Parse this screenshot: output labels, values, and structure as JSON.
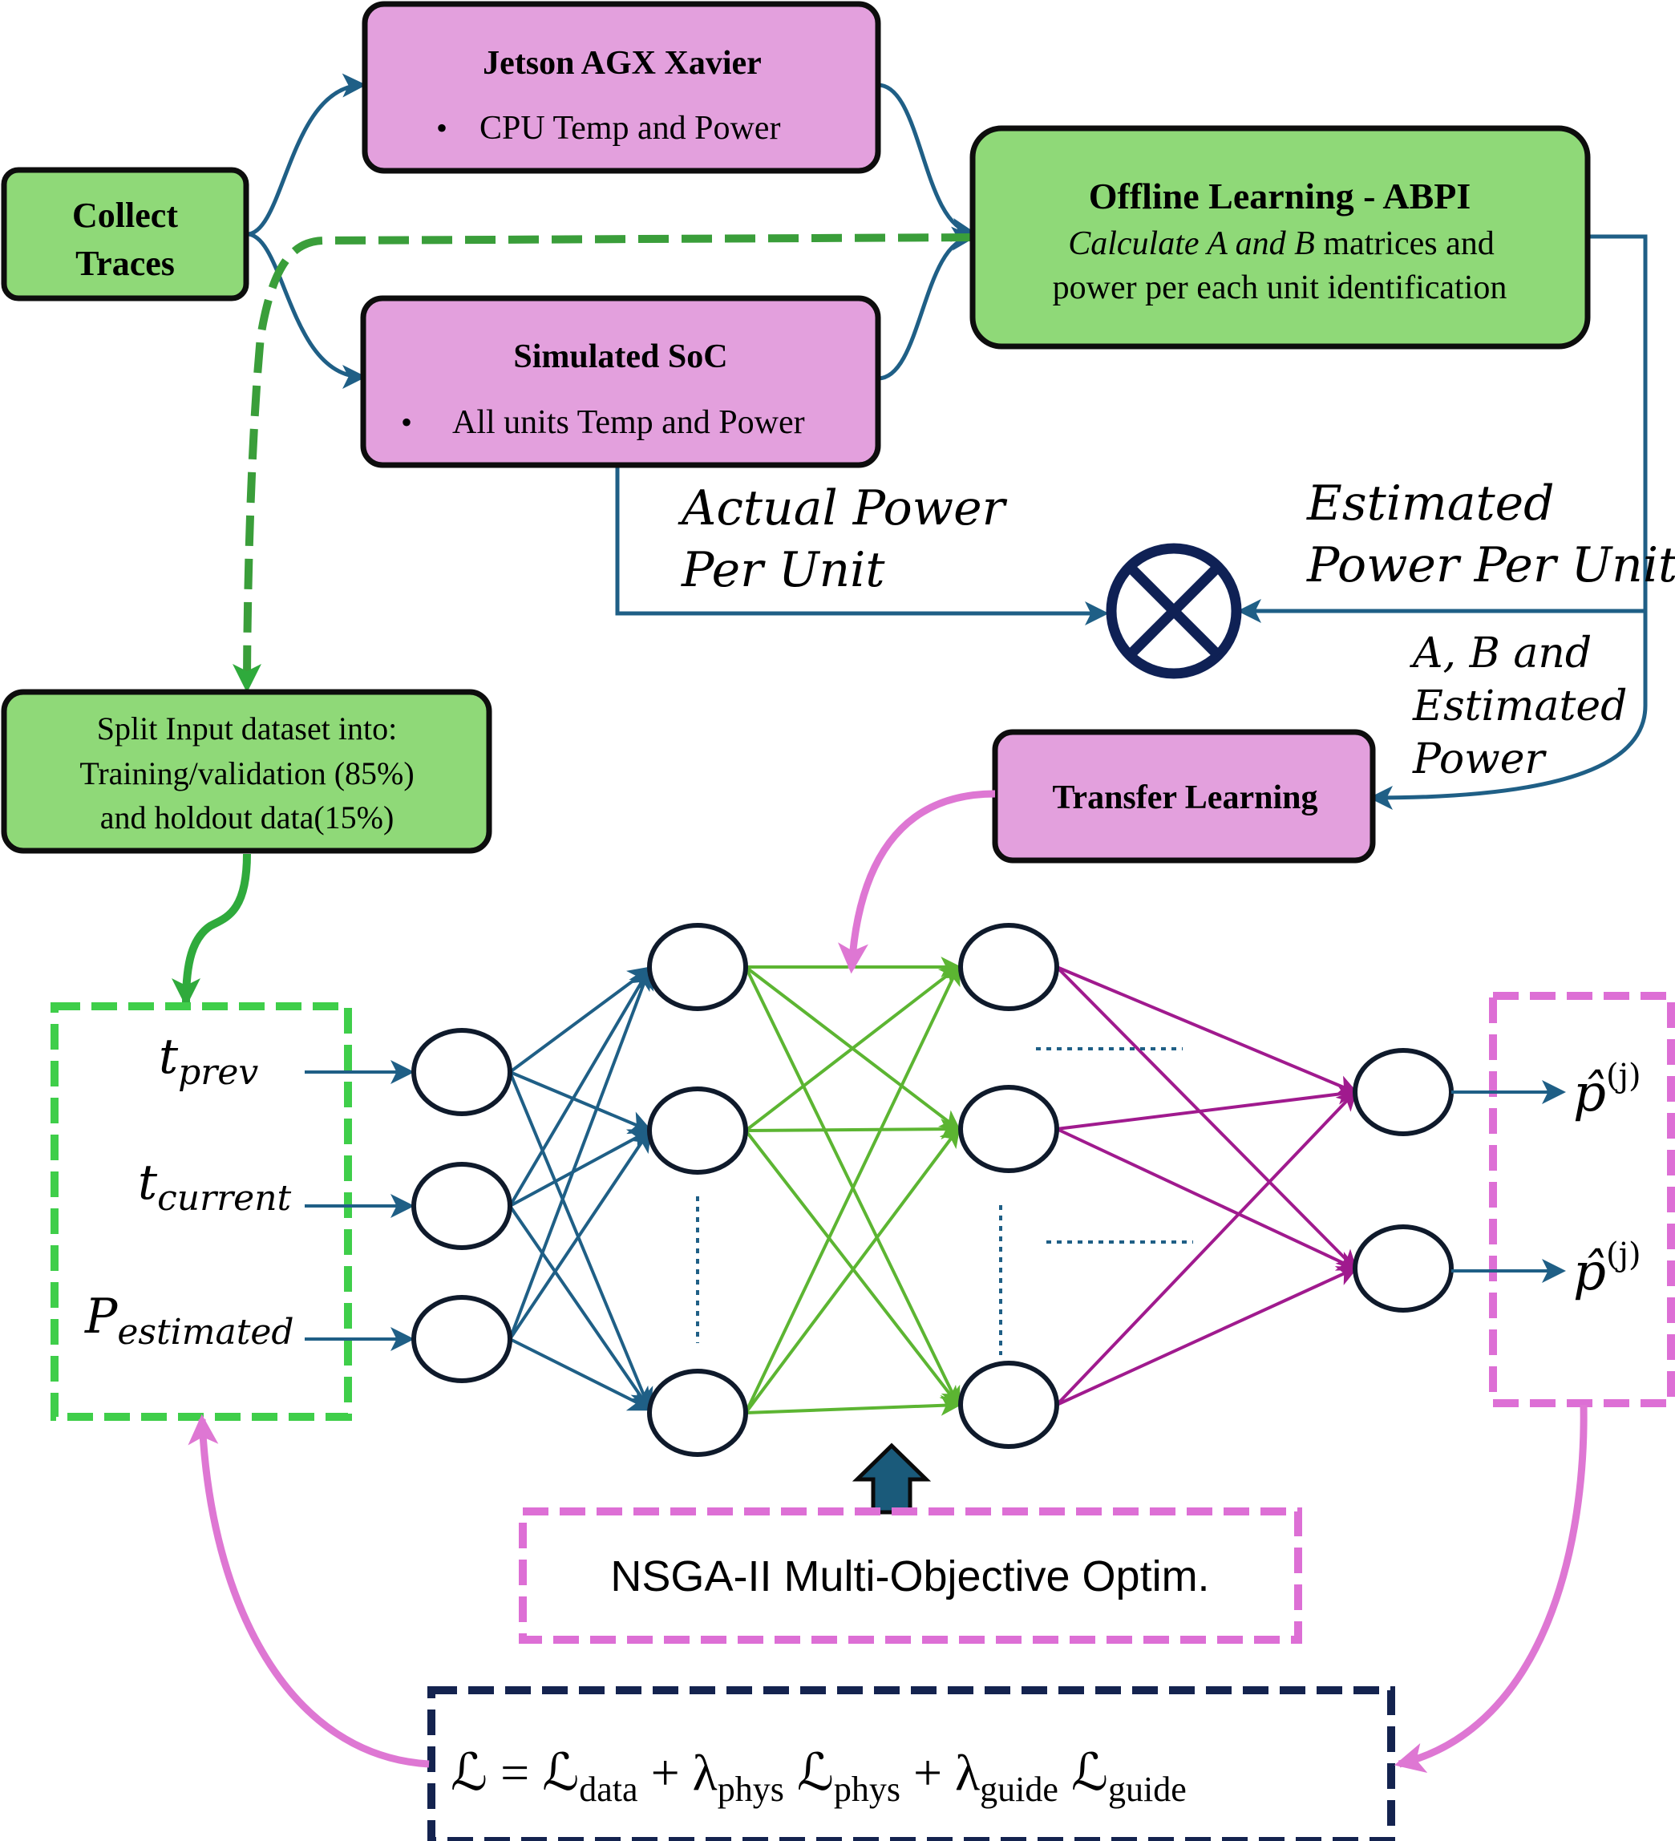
{
  "colors": {
    "green_box": "#8fd978",
    "pink_box": "#e3a0dd",
    "box_border": "#0d0d0d",
    "blue_arrow": "#1f5f86",
    "green_dash": "#3a9e3a",
    "bright_green_dash": "#3fce4a",
    "green_edge": "#5cb532",
    "purple_edge": "#a01a8e",
    "pink_arrow": "#de77d3",
    "pink_dash": "#dd6fd5",
    "navy_dash": "#14234f",
    "neuron_border": "#0f1a2b"
  },
  "boxes": {
    "collect": {
      "line1": "Collect",
      "line2": "Traces"
    },
    "jetson": {
      "title": "Jetson AGX Xavier",
      "bullet": "•",
      "item": "CPU Temp and Power"
    },
    "simsoc": {
      "title": "Simulated SoC",
      "bullet": "•",
      "item": "All units Temp and Power"
    },
    "offline": {
      "title": "Offline Learning - ABPI",
      "line2_italic": "Calculate A and B",
      "line2_rest": " matrices and",
      "line3": "power per each unit identification"
    },
    "split": {
      "line1": "Split Input dataset into:",
      "line2": "Training/validation (85%)",
      "line3": "and holdout data(15%)"
    },
    "transfer": {
      "title": "Transfer Learning"
    },
    "nsga": {
      "label": "NSGA-II Multi-Objective Optim."
    }
  },
  "labels": {
    "actual_1": "Actual Power",
    "actual_2": "Per Unit",
    "estimated_1": "Estimated",
    "estimated_2": "Power Per Unit",
    "ab_1": "A, B and",
    "ab_2": "Estimated",
    "ab_3": "Power"
  },
  "inputs": [
    {
      "base": "t",
      "sub": "prev"
    },
    {
      "base": "t",
      "sub": "current"
    },
    {
      "base": "P",
      "sub": "estimated"
    }
  ],
  "outputs": [
    {
      "base": "p̂",
      "sup": "(j)"
    },
    {
      "base": "p̂",
      "sup": "(j)"
    }
  ],
  "loss": {
    "L": "ℒ",
    "eq": " = ",
    "data_sub": "data",
    "plus1": " + ",
    "lambda": "λ",
    "phys_sub": "phys",
    "plus2": " + ",
    "guide_sub": "guide"
  }
}
